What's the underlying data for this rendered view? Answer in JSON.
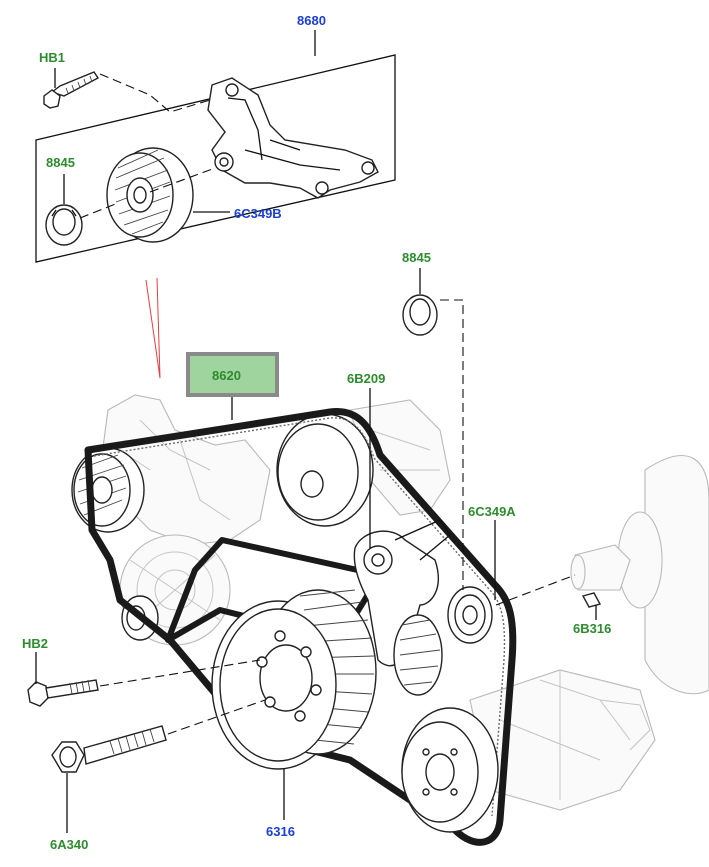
{
  "diagram": {
    "label_color_green": "#2e8b2e",
    "label_color_blue": "#1c3fd1",
    "highlight_fill": "#9fd49f",
    "highlight_border": "#8a8a8a",
    "callouts": {
      "tensioner_assembly": "8680",
      "bolt_top": "HB1",
      "cap_top": "8845",
      "tensioner_pulley": "6C349B",
      "cap_right": "8845",
      "drive_belt": "8620",
      "tensioner": "6B209",
      "idler_pulley": "6C349A",
      "key": "6B316",
      "bolt_left": "HB2",
      "crank_bolt": "6A340",
      "crank_pulley": "6316"
    }
  }
}
